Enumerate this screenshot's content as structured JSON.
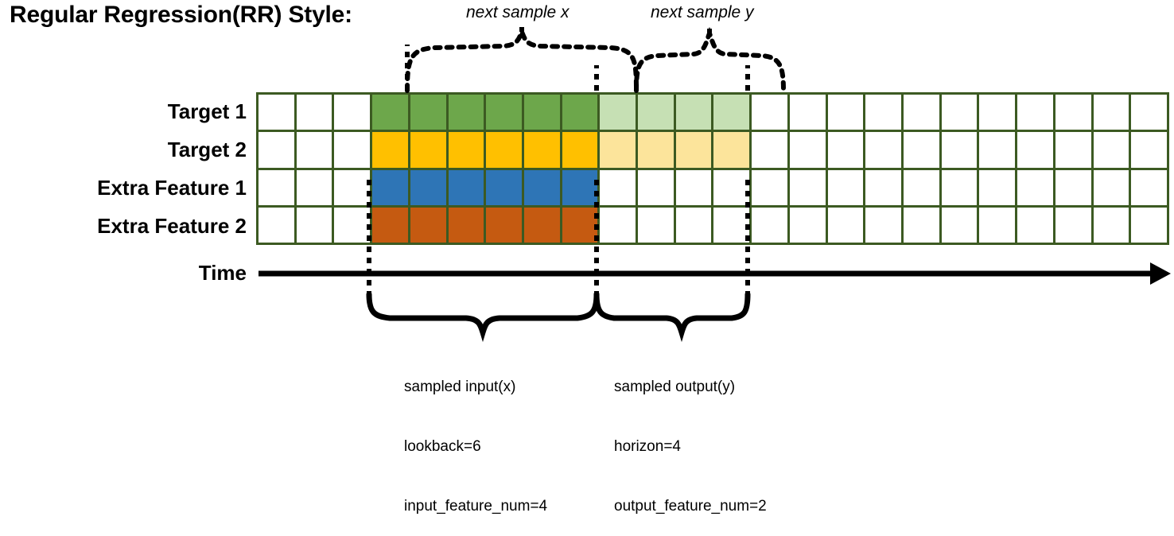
{
  "title": "Regular Regression(RR) Style:",
  "annotations": {
    "top_left": "next sample x",
    "top_right": "next sample y"
  },
  "axis": {
    "time_label": "Time"
  },
  "rows": [
    {
      "label": "Target 1",
      "color": "#6DA74B",
      "light_color": "#C6E0B4"
    },
    {
      "label": "Target 2",
      "color": "#FFC000",
      "light_color": "#FCE49B"
    },
    {
      "label": "Extra Feature 1",
      "color": "#2E75B6",
      "light_color": "#FFFFFF"
    },
    {
      "label": "Extra Feature 2",
      "color": "#C55A11",
      "light_color": "#FFFFFF"
    }
  ],
  "grid": {
    "columns": 24,
    "rows": 4,
    "border_color": "#3C5A22",
    "empty_color": "#FFFFFF",
    "input_start_col": 3,
    "input_end_col": 9,
    "output_start_col": 9,
    "output_end_col": 13
  },
  "captions": {
    "input": {
      "line1": "sampled input(x)",
      "line2": "lookback=6",
      "line3": "input_feature_num=4"
    },
    "output": {
      "line1": "sampled output(y)",
      "line2": "horizon=4",
      "line3": "output_feature_num=2"
    }
  },
  "colors": {
    "grid_border": "#3C5A22",
    "target1": "#6DA74B",
    "target1_light": "#C6E0B4",
    "target2": "#FFC000",
    "target2_light": "#FCE49B",
    "extra1": "#2E75B6",
    "extra2": "#C55A11",
    "ink": "#000000"
  }
}
